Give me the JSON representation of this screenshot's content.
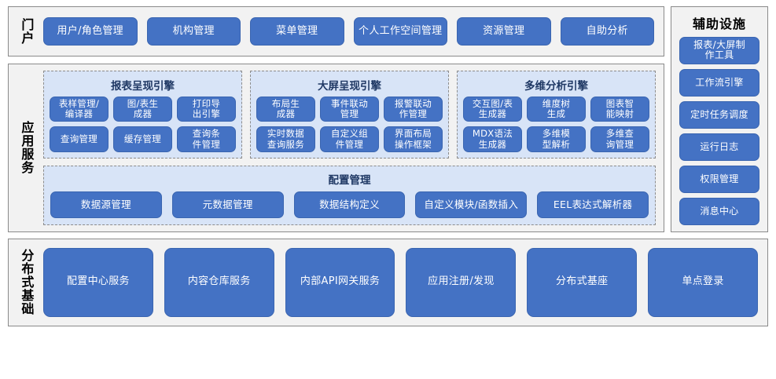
{
  "theme": {
    "node_fill": "#4472c4",
    "node_border": "#3a65b0",
    "node_text": "#ffffff",
    "group_fill": "#d8e4f7",
    "panel_fill": "#f2f2f2",
    "panel_border": "#8a8a8a",
    "group_title_color": "#1f3864"
  },
  "portal": {
    "label": "门户",
    "items": [
      {
        "label": "用户/角色管理"
      },
      {
        "label": "机构管理"
      },
      {
        "label": "菜单管理"
      },
      {
        "label": "个人工作空间管理"
      },
      {
        "label": "资源管理"
      },
      {
        "label": "自助分析"
      }
    ]
  },
  "app_service": {
    "label": "应用服务",
    "engines": [
      {
        "title": "报表呈现引擎",
        "items": [
          {
            "label": "表样管理/\n编译器"
          },
          {
            "label": "图/表生\n成器"
          },
          {
            "label": "打印导\n出引擎"
          },
          {
            "label": "查询管理"
          },
          {
            "label": "缓存管理"
          },
          {
            "label": "查询条\n件管理"
          }
        ]
      },
      {
        "title": "大屏呈现引擎",
        "items": [
          {
            "label": "布局生\n成器"
          },
          {
            "label": "事件联动\n管理"
          },
          {
            "label": "报警联动\n作管理"
          },
          {
            "label": "实时数据\n查询服务"
          },
          {
            "label": "自定义组\n件管理"
          },
          {
            "label": "界面布局\n操作框架"
          }
        ]
      },
      {
        "title": "多维分析引擎",
        "items": [
          {
            "label": "交互图/表\n生成器"
          },
          {
            "label": "维度树\n生成"
          },
          {
            "label": "图表智\n能映射"
          },
          {
            "label": "MDX语法\n生成器"
          },
          {
            "label": "多维模\n型解析"
          },
          {
            "label": "多维查\n询管理"
          }
        ]
      }
    ],
    "config": {
      "title": "配置管理",
      "items": [
        {
          "label": "数据源管理"
        },
        {
          "label": "元数据管理"
        },
        {
          "label": "数据结构定义"
        },
        {
          "label": "自定义模块/函数插入"
        },
        {
          "label": "EEL表达式解析器"
        }
      ]
    }
  },
  "aux": {
    "title": "辅助设施",
    "items": [
      {
        "label": "报表/大屏制\n作工具"
      },
      {
        "label": "工作流引擎"
      },
      {
        "label": "定时任务调度"
      },
      {
        "label": "运行日志"
      },
      {
        "label": "权限管理"
      },
      {
        "label": "消息中心"
      }
    ]
  },
  "distributed": {
    "label": "分布式基础",
    "items": [
      {
        "label": "配置中心服务"
      },
      {
        "label": "内容仓库服务"
      },
      {
        "label": "内部API网关服务"
      },
      {
        "label": "应用注册/发现"
      },
      {
        "label": "分布式基座"
      },
      {
        "label": "单点登录"
      }
    ]
  }
}
